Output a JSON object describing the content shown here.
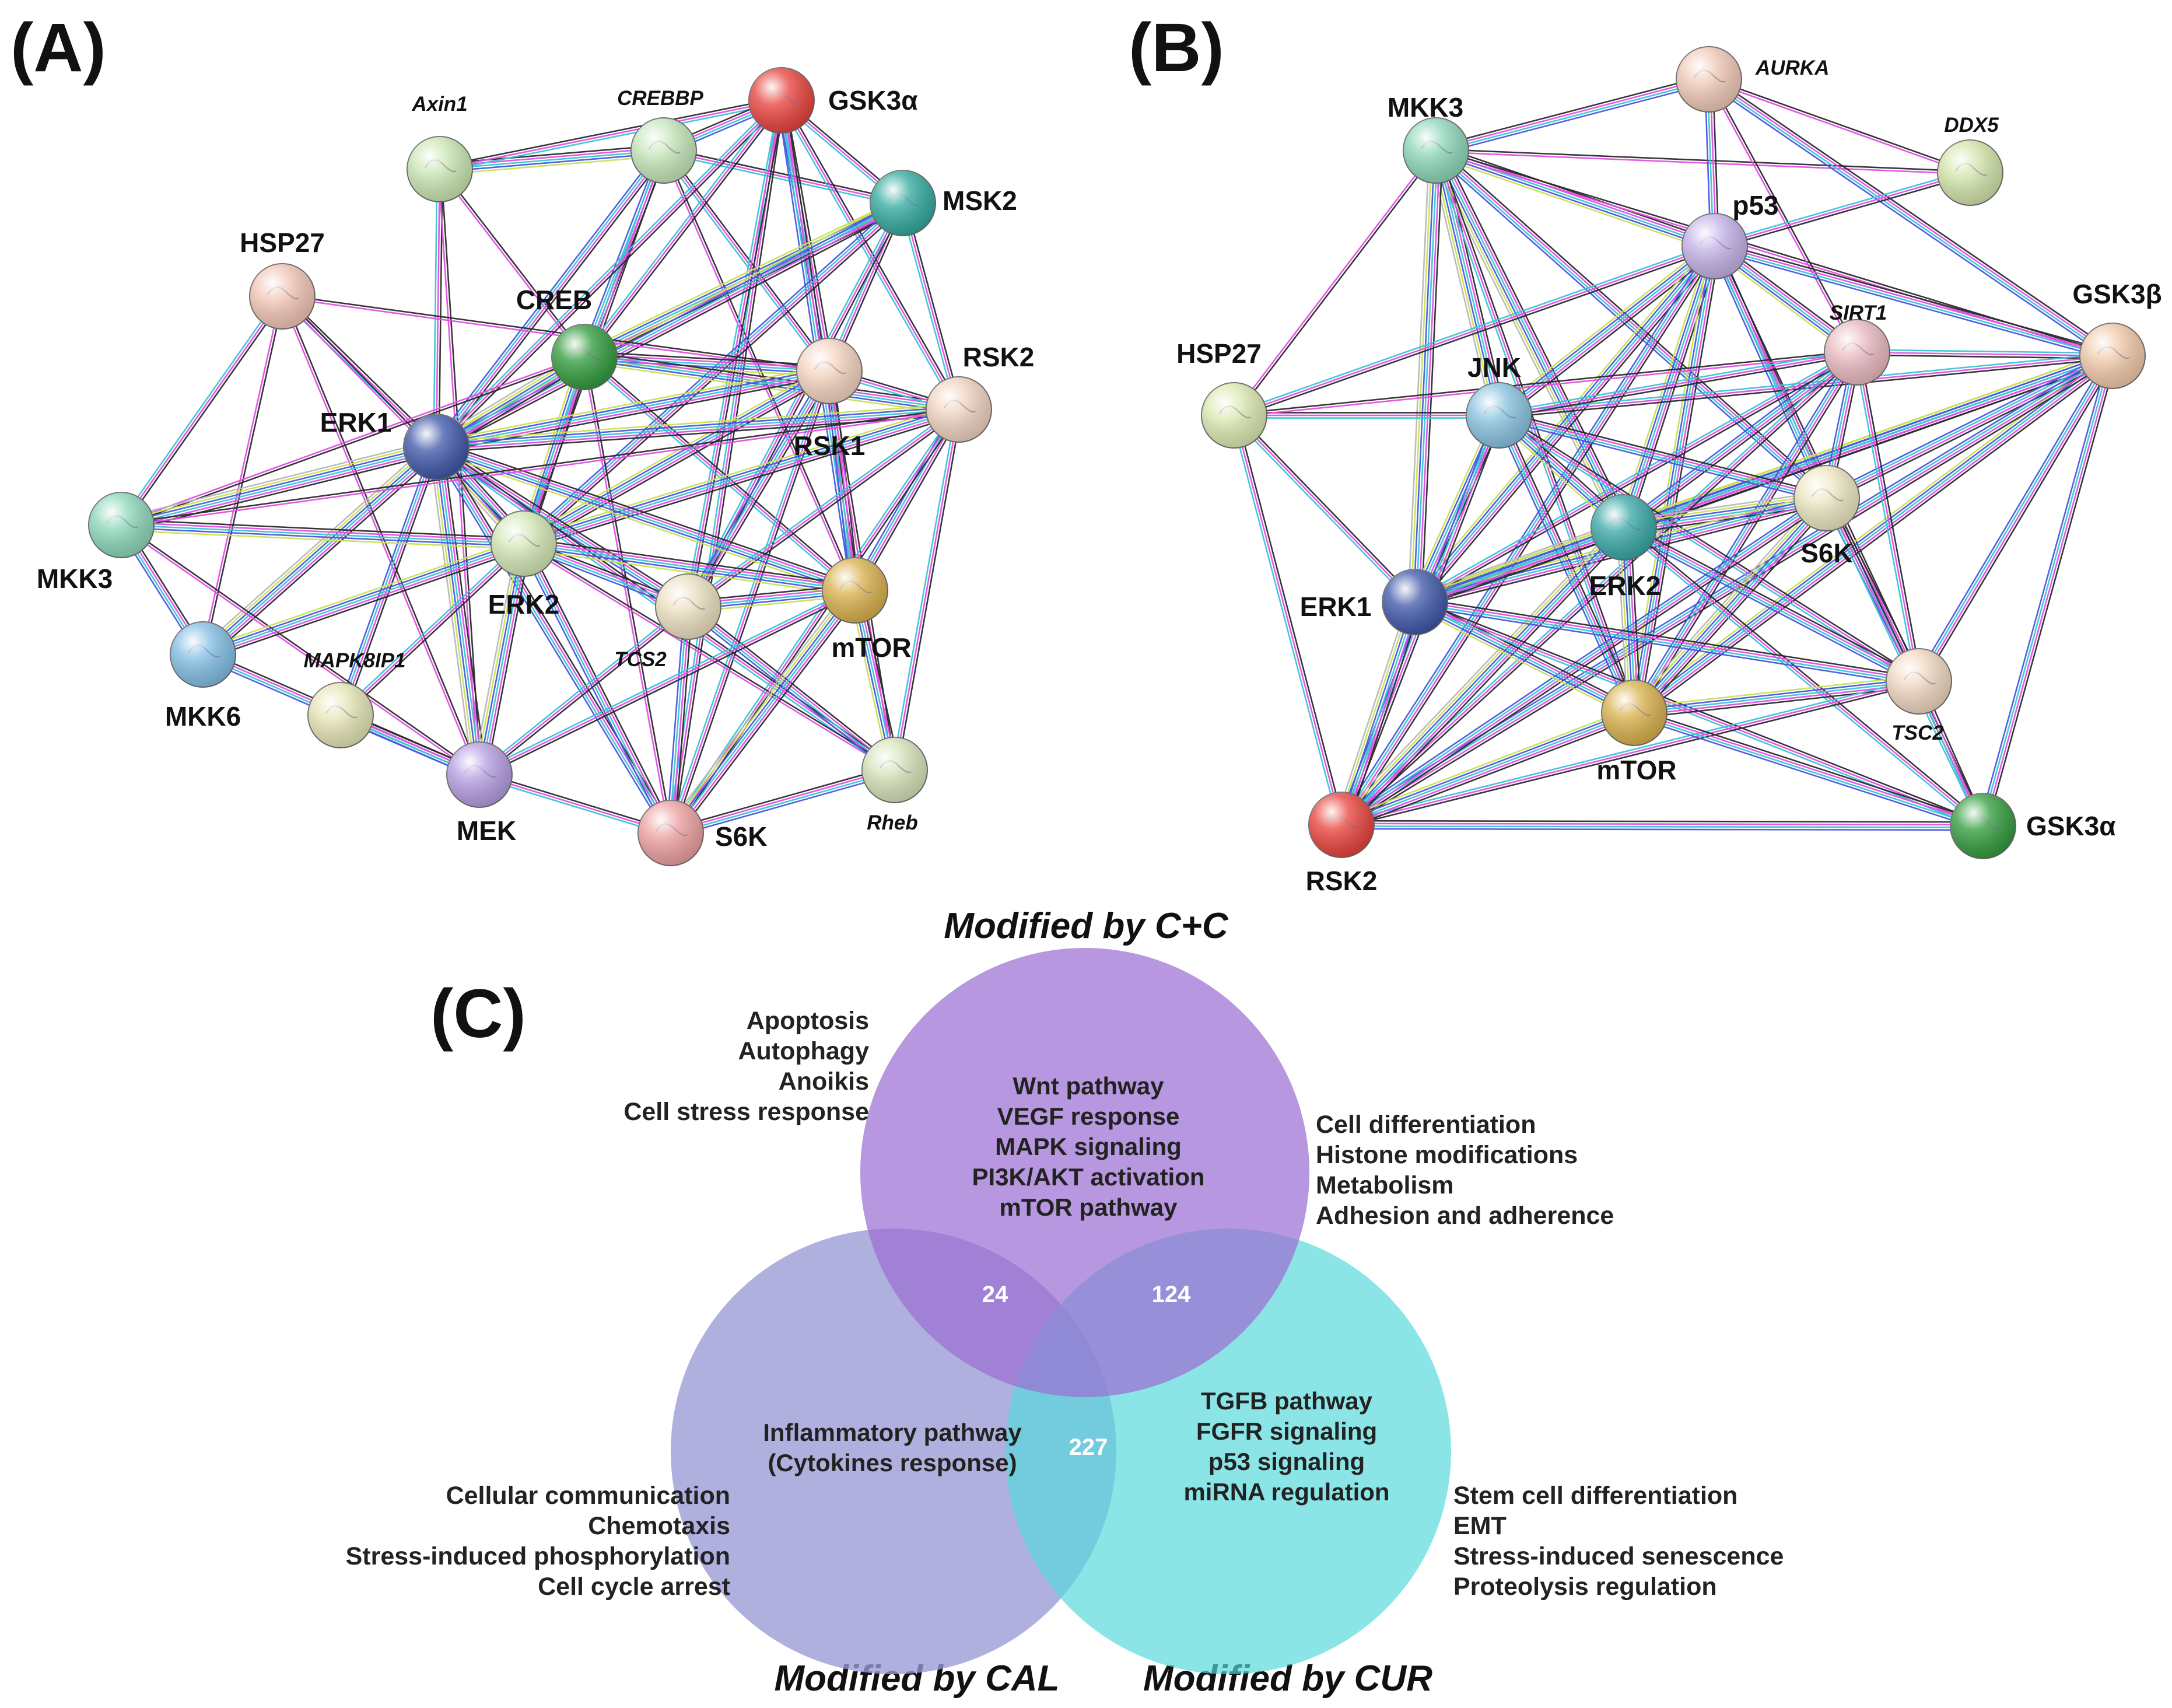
{
  "panels": {
    "A": {
      "label": "(A)",
      "nodes": [
        {
          "id": "axin1",
          "label": "Axin1",
          "italic": true,
          "color": "#c9e5b0"
        },
        {
          "id": "crebbp",
          "label": "CREBBP",
          "italic": true,
          "color": "#c4e6b8"
        },
        {
          "id": "gsk3a",
          "label": "GSK3α",
          "italic": false,
          "color": "#e8403a"
        },
        {
          "id": "msk2",
          "label": "MSK2",
          "italic": false,
          "color": "#2fa89c"
        },
        {
          "id": "hsp27",
          "label": "HSP27",
          "italic": false,
          "color": "#f2c4b4"
        },
        {
          "id": "creb",
          "label": "CREB",
          "italic": false,
          "color": "#2f9a3a"
        },
        {
          "id": "rsk1",
          "label": "RSK1",
          "italic": false,
          "color": "#f4d3bf"
        },
        {
          "id": "rsk2",
          "label": "RSK2",
          "italic": false,
          "color": "#efd2c0"
        },
        {
          "id": "erk1",
          "label": "ERK1",
          "italic": false,
          "color": "#3b54a8"
        },
        {
          "id": "mkk3",
          "label": "MKK3",
          "italic": false,
          "color": "#8ad6b8"
        },
        {
          "id": "erk2",
          "label": "ERK2",
          "italic": false,
          "color": "#d2e6b4"
        },
        {
          "id": "tcs2",
          "label": "TCS2",
          "italic": true,
          "color": "#ecdfbf"
        },
        {
          "id": "mtor",
          "label": "mTOR",
          "italic": false,
          "color": "#d8b04a"
        },
        {
          "id": "mkk6",
          "label": "MKK6",
          "italic": false,
          "color": "#7fbde4"
        },
        {
          "id": "mapk8ip1",
          "label": "MAPK8IP1",
          "italic": true,
          "color": "#e4e4b4"
        },
        {
          "id": "mek",
          "label": "MEK",
          "italic": false,
          "color": "#b49ce0"
        },
        {
          "id": "s6k",
          "label": "S6K",
          "italic": false,
          "color": "#ee9e9e"
        },
        {
          "id": "rheb",
          "label": "Rheb",
          "italic": true,
          "color": "#d4e2b8"
        }
      ]
    },
    "B": {
      "label": "(B)",
      "nodes": [
        {
          "id": "aurka",
          "label": "AURKA",
          "italic": true,
          "color": "#f0c8b6"
        },
        {
          "id": "mkk3",
          "label": "MKK3",
          "italic": false,
          "color": "#8ad6b8"
        },
        {
          "id": "ddx5",
          "label": "DDX5",
          "italic": true,
          "color": "#d2e4a8"
        },
        {
          "id": "p53",
          "label": "p53",
          "italic": false,
          "color": "#c2b0e6"
        },
        {
          "id": "gsk3b",
          "label": "GSK3β",
          "italic": false,
          "color": "#f0c8a8"
        },
        {
          "id": "hsp27",
          "label": "HSP27",
          "italic": false,
          "color": "#dbe8b0"
        },
        {
          "id": "sirt1",
          "label": "SIRT1",
          "italic": true,
          "color": "#eab8c0"
        },
        {
          "id": "jnk",
          "label": "JNK",
          "italic": false,
          "color": "#86c2e0"
        },
        {
          "id": "s6k",
          "label": "S6K",
          "italic": false,
          "color": "#ece6c0"
        },
        {
          "id": "erk2",
          "label": "ERK2",
          "italic": false,
          "color": "#36a6a6"
        },
        {
          "id": "erk1",
          "label": "ERK1",
          "italic": false,
          "color": "#3b54a8"
        },
        {
          "id": "tsc2",
          "label": "TSC2",
          "italic": true,
          "color": "#f0d6c0"
        },
        {
          "id": "mtor",
          "label": "mTOR",
          "italic": false,
          "color": "#d8b04a"
        },
        {
          "id": "rsk2",
          "label": "RSK2",
          "italic": false,
          "color": "#e8403a"
        },
        {
          "id": "gsk3a",
          "label": "GSK3α",
          "italic": false,
          "color": "#2f9a3a"
        }
      ]
    },
    "C": {
      "label": "(C)",
      "titles": {
        "cc": "Modified by C+C",
        "cal": "Modified by CAL",
        "cur": "Modified by CUR"
      },
      "circle_colors": {
        "cc": "#9b6fd3",
        "cal": "#9a9ad6",
        "cur": "#54d8dc"
      },
      "inner": {
        "cc": [
          "Wnt pathway",
          "VEGF response",
          "MAPK signaling",
          "PI3K/AKT activation",
          "mTOR pathway"
        ],
        "cal": [
          "Inflammatory pathway",
          "(Cytokines response)"
        ],
        "cur": [
          "TGFB pathway",
          "FGFR signaling",
          "p53 signaling",
          "miRNA regulation"
        ]
      },
      "outer": {
        "cc_left": [
          "Apoptosis",
          "Autophagy",
          "Anoikis",
          "Cell stress response"
        ],
        "cc_right": [
          "Cell differentiation",
          "Histone modifications",
          "Metabolism",
          "Adhesion and adherence"
        ],
        "cal_left": [
          "Cellular communication",
          "Chemotaxis",
          "Stress-induced phosphorylation",
          "Cell cycle arrest"
        ],
        "cur_right": [
          "Stem cell differentiation",
          "EMT",
          "Stress-induced senescence",
          "Proteolysis regulation"
        ]
      },
      "counts": {
        "cc_cal": "24",
        "cc_cur": "124",
        "cal_cur": "227"
      }
    }
  }
}
